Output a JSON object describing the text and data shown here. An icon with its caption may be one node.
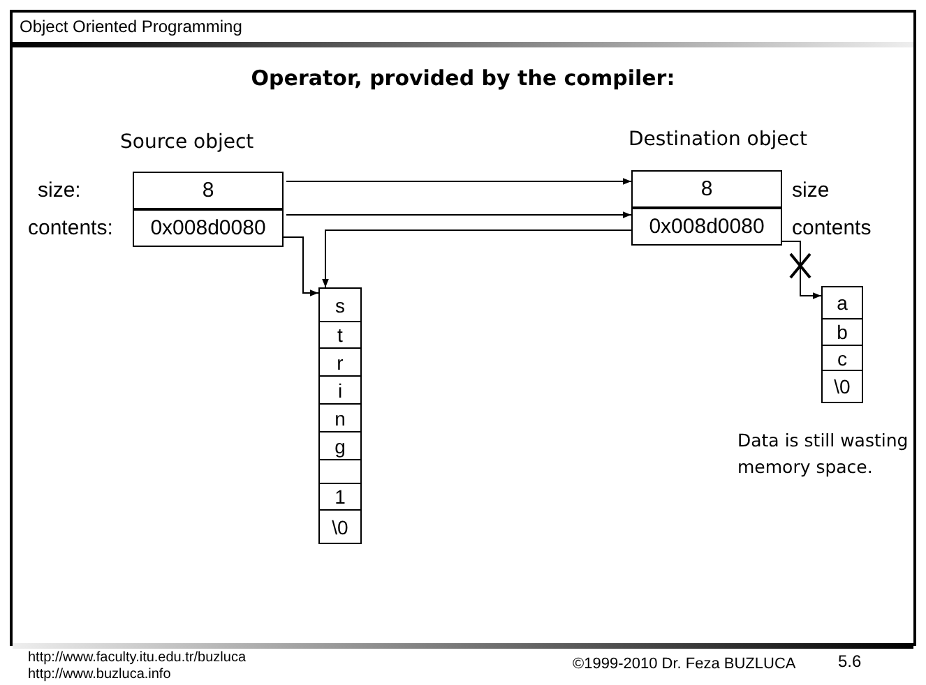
{
  "diagram": {
    "title": "Operator, provided by the compiler:",
    "nodes": [
      {
        "text": [
          "8"
        ]
      },
      {
        "text": [
          "0x008d0080"
        ]
      },
      {
        "text": [
          "8"
        ]
      },
      {
        "text": [
          "0x008d0080"
        ]
      },
      {
        "text": [
          "s"
        ]
      },
      {
        "text": [
          "t"
        ]
      },
      {
        "text": [
          "r"
        ]
      },
      {
        "text": [
          "i"
        ]
      },
      {
        "text": [
          "n"
        ]
      },
      {
        "text": [
          "g"
        ]
      },
      {
        "text": [],
        "shape": "box"
      },
      {
        "text": [
          "1"
        ]
      },
      {
        "text": [
          "\\0"
        ]
      },
      {
        "text": [
          "a"
        ]
      },
      {
        "text": [
          "b"
        ]
      },
      {
        "text": [
          "c"
        ]
      },
      {
        "text": [
          "\\0"
        ]
      }
    ],
    "edges": [
      {
        "from": 0,
        "to": 2,
        "arrow": "to"
      },
      {
        "from": 1,
        "to": 3,
        "arrow": "to"
      },
      {
        "from": 3,
        "to": 4,
        "arrow": "to"
      },
      {
        "from": 1,
        "to": 4,
        "arrow": "to"
      },
      {
        "from": 3,
        "to": 13,
        "arrow": "to"
      }
    ],
    "labels": [
      "Object Oriented Programming",
      "Source object",
      "Destination object",
      "size:",
      "size",
      "contents:",
      "contents",
      "Data is still wasting memory space.",
      "http://www.faculty.itu.edu.tr/buzluca http://www.buzluca.info",
      "©1999-2010  Dr. Feza BUZLUCA",
      "5.6"
    ]
  }
}
